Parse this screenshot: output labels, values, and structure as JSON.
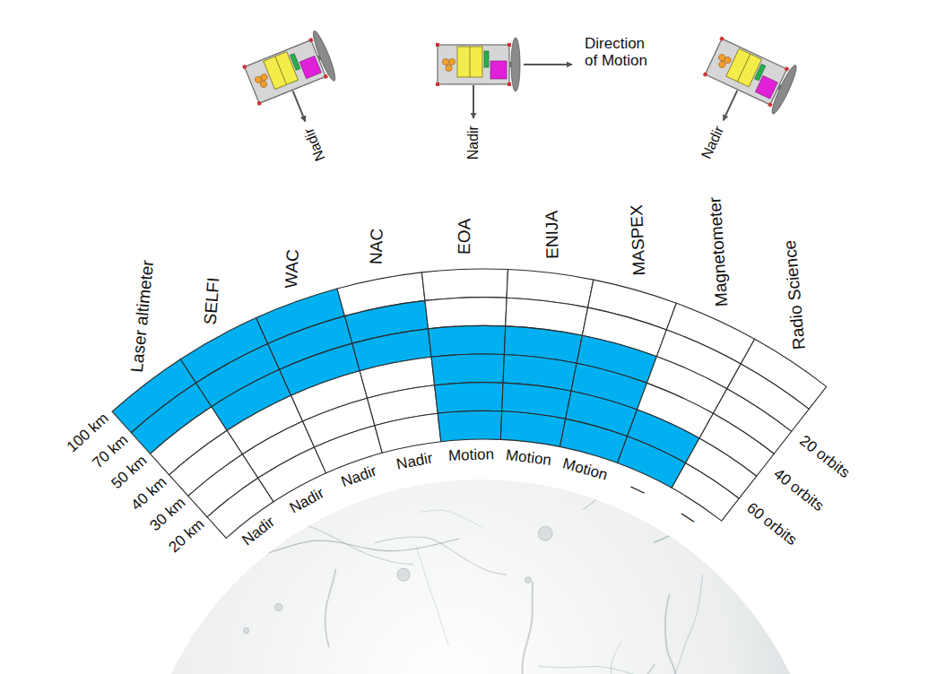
{
  "diagram": {
    "labels": [
      "Nadir",
      "Nadir",
      "Direction of Motion",
      "Nadir",
      "Laser altimeter",
      "SELFI",
      "WAC",
      "NAC",
      "EOA",
      "ENIJA",
      "MASPEX",
      "Magnetometer",
      "Radio Science",
      "100 km",
      "70 km",
      "50 km",
      "40 km",
      "30 km",
      "20 km",
      "Nadir",
      "Nadir",
      "Nadir",
      "Nadir",
      "Motion",
      "Motion",
      "Motion",
      "—",
      "—",
      "20 orbits",
      "40 orbits",
      "60 orbits"
    ]
  }
}
